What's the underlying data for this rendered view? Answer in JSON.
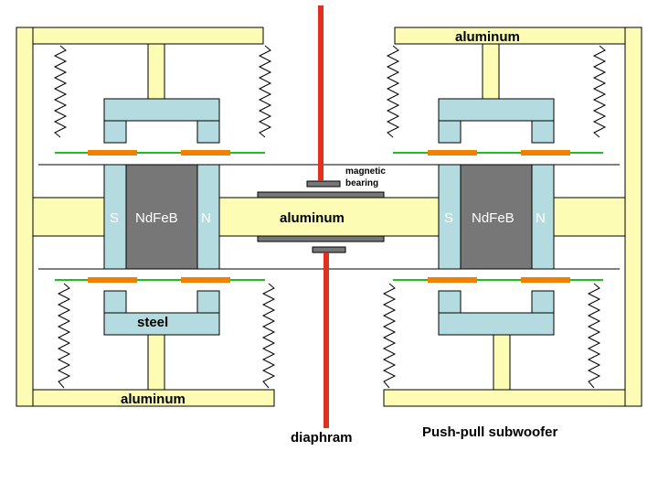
{
  "labels": {
    "aluminum_top_right": "aluminum",
    "aluminum_center": "aluminum",
    "aluminum_bottom_left": "aluminum",
    "steel": "steel",
    "magnetic": "magnetic",
    "bearing": "bearing",
    "magnet_left": "NdFeB",
    "magnet_right": "NdFeB",
    "pole_s_left": "S",
    "pole_n_left": "N",
    "pole_s_right": "S",
    "pole_n_right": "N",
    "diaphram": "diaphram",
    "caption": "Push-pull subwoofer"
  },
  "colors": {
    "aluminum": "#fcfcb4",
    "steel": "#b4dce0",
    "magnet": "#777777",
    "rod": "#e03020",
    "coil": "#f08000",
    "gap_line": "#20c020",
    "outline": "#000000"
  }
}
